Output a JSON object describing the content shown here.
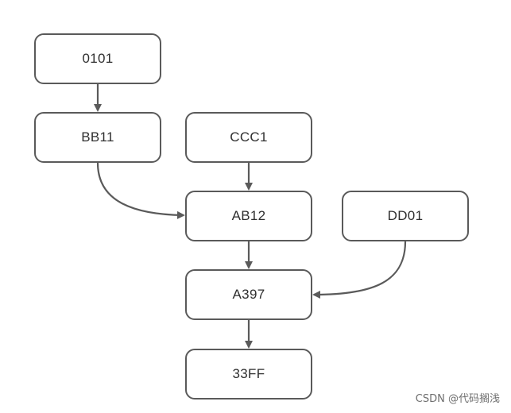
{
  "nodes": {
    "n0101": "0101",
    "bb11": "BB11",
    "ccc1": "CCC1",
    "ab12": "AB12",
    "dd01": "DD01",
    "a397": "A397",
    "ff33": "33FF"
  },
  "edges": [
    {
      "from": "0101",
      "to": "BB11"
    },
    {
      "from": "BB11",
      "to": "AB12"
    },
    {
      "from": "CCC1",
      "to": "AB12"
    },
    {
      "from": "AB12",
      "to": "A397"
    },
    {
      "from": "DD01",
      "to": "A397"
    },
    {
      "from": "A397",
      "to": "33FF"
    }
  ],
  "colors": {
    "stroke": "#5a5a5a",
    "text": "#2f2f2f"
  },
  "watermark": "CSDN @代码搁浅"
}
